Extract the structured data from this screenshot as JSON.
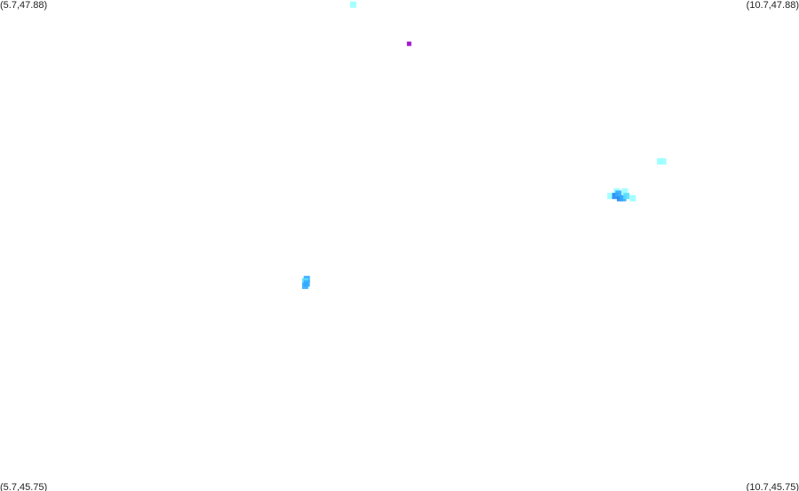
{
  "bounds": {
    "lon_min": 5.7,
    "lon_max": 10.7,
    "lat_min": 45.75,
    "lat_max": 47.88
  },
  "corners": {
    "top_left": "(5.7,47.88)",
    "top_right": "(10.7,47.88)",
    "bottom_left": "(5.7,45.75)",
    "bottom_right": "(10.7,45.75)"
  },
  "colors": {
    "cyan": "#99ffff",
    "light_blue": "#55ddff",
    "blue": "#33aaff",
    "deep_blue": "#2288ee",
    "purple": "#9900cc"
  },
  "points": [
    {
      "lon": 7.91,
      "lat": 47.86,
      "color": "cyan"
    },
    {
      "lon": 8.26,
      "lat": 47.69,
      "color": "purple"
    },
    {
      "lon": 9.83,
      "lat": 47.18,
      "color": "cyan"
    },
    {
      "lon": 9.85,
      "lat": 47.18,
      "color": "cyan"
    },
    {
      "lon": 9.56,
      "lat": 47.05,
      "color": "cyan"
    },
    {
      "lon": 9.61,
      "lat": 47.05,
      "color": "cyan"
    },
    {
      "lon": 9.52,
      "lat": 47.03,
      "color": "cyan"
    },
    {
      "lon": 9.66,
      "lat": 47.02,
      "color": "cyan"
    },
    {
      "lon": 9.55,
      "lat": 47.03,
      "color": "deep_blue"
    },
    {
      "lon": 9.58,
      "lat": 47.02,
      "color": "deep_blue"
    },
    {
      "lon": 9.6,
      "lat": 47.02,
      "color": "blue"
    },
    {
      "lon": 9.62,
      "lat": 47.03,
      "color": "light_blue"
    },
    {
      "lon": 9.57,
      "lat": 47.04,
      "color": "blue"
    },
    {
      "lon": 7.62,
      "lat": 46.67,
      "color": "blue"
    },
    {
      "lon": 7.61,
      "lat": 46.66,
      "color": "light_blue"
    },
    {
      "lon": 7.62,
      "lat": 46.65,
      "color": "blue"
    },
    {
      "lon": 7.61,
      "lat": 46.64,
      "color": "blue"
    }
  ]
}
